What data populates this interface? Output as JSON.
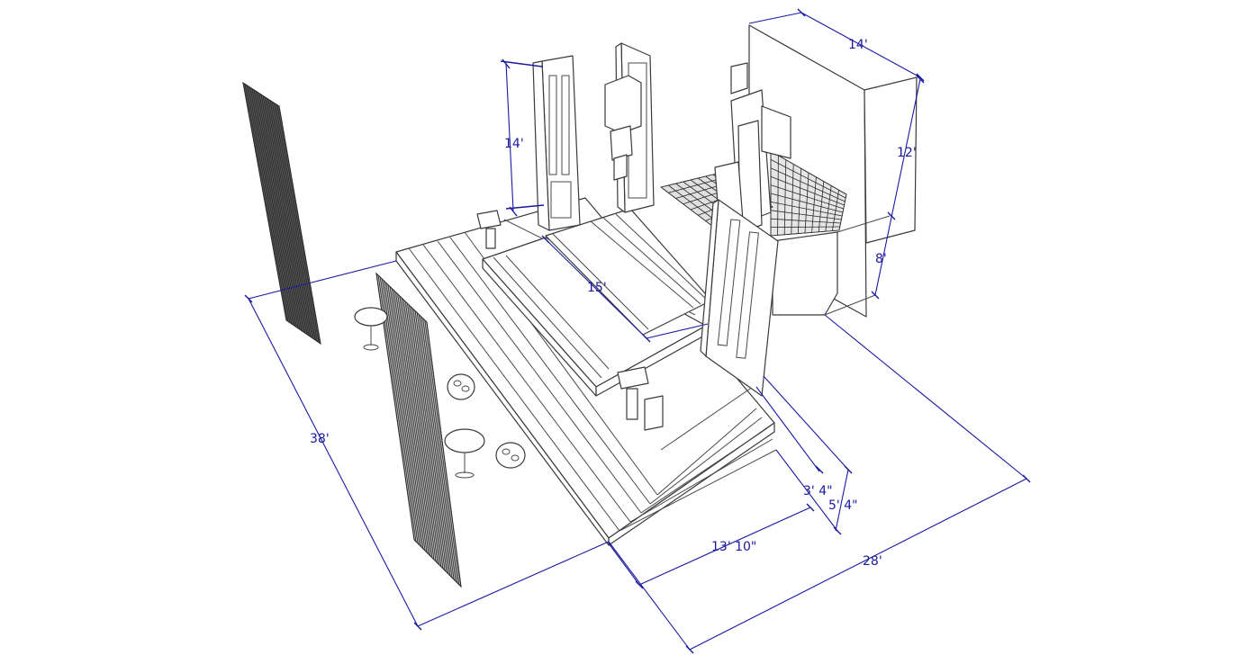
{
  "dimensions": {
    "door_height": "14'",
    "box_width": "14'",
    "box_height_upper": "12'",
    "box_height_lower": "8'",
    "platform_width": "15'",
    "stage_length": "38'",
    "stage_depth": "28'",
    "front_step_width": "13' 10\"",
    "step_depth_inner": "3' 4\"",
    "step_depth_outer": "5' 4\""
  },
  "colors": {
    "dimension_line": "#1a1aa0",
    "sketch_line": "#3a3a3a",
    "background": "#ffffff"
  }
}
